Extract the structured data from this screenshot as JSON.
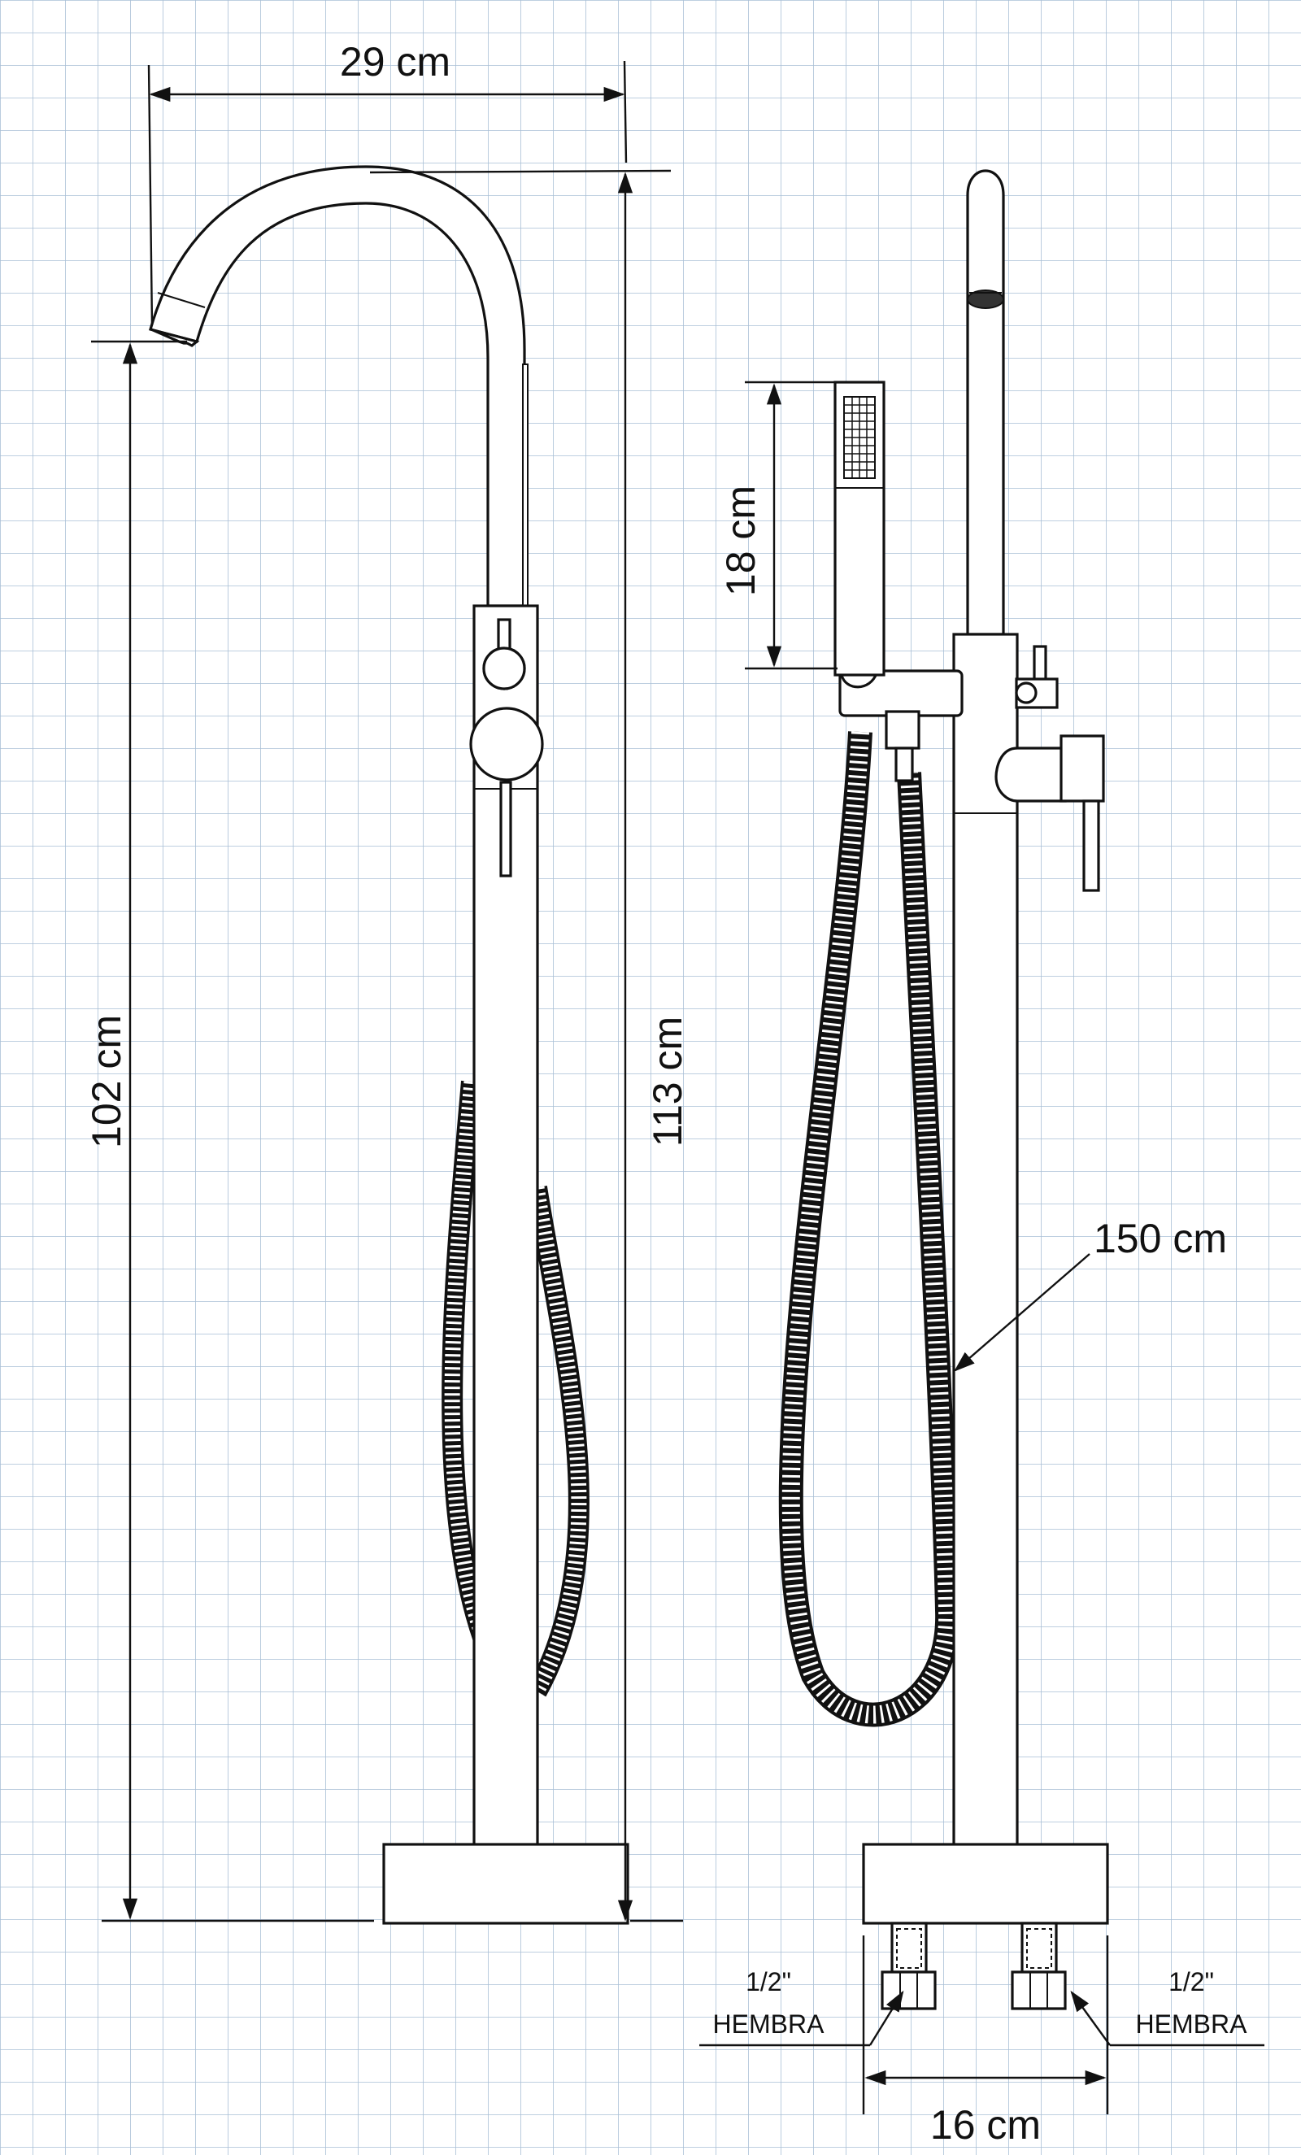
{
  "dimensions": {
    "spout_reach": "29 cm",
    "spout_height": "102 cm",
    "total_height": "113 cm",
    "hand_shower_length": "18 cm",
    "hose_length": "150 cm",
    "inlet_spacing": "16 cm"
  },
  "connections": {
    "left": {
      "size": "1/2\"",
      "type": "HEMBRA"
    },
    "right": {
      "size": "1/2\"",
      "type": "HEMBRA"
    }
  },
  "colors": {
    "grid": "#a9bfd6",
    "line": "#111111",
    "background": "#ffffff"
  }
}
